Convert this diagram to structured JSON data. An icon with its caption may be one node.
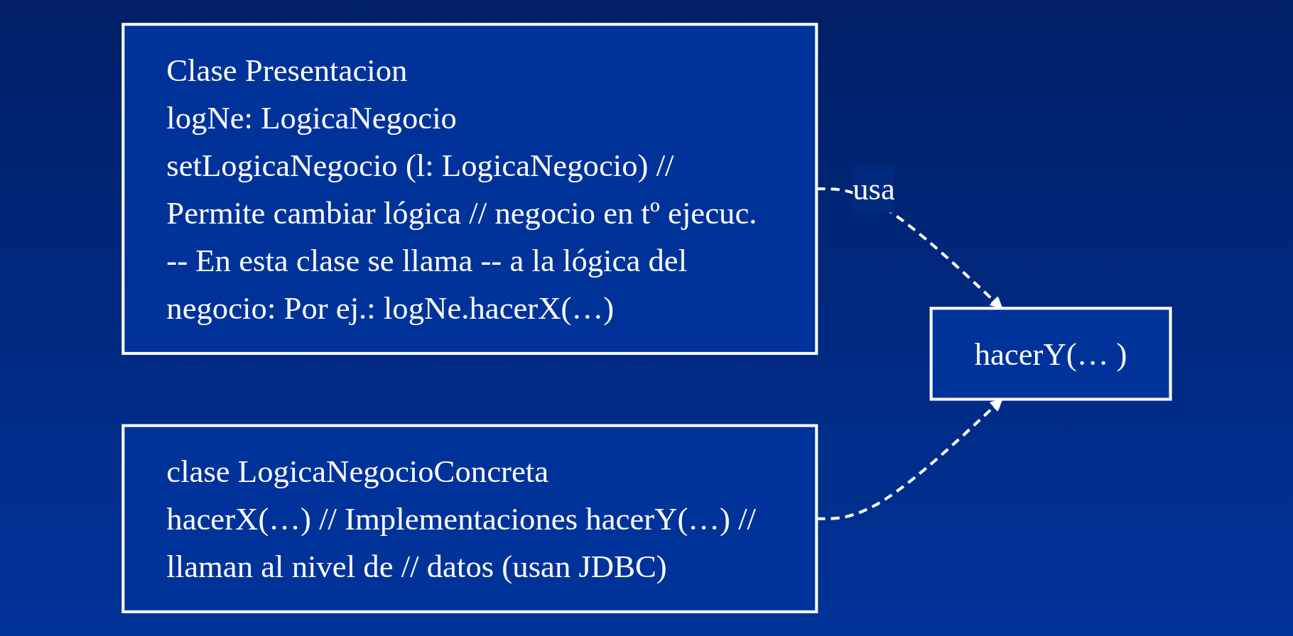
{
  "diagram": {
    "nodes": [
      {
        "text": [
          "Clase Presentacion",
          "logNe: LogicaNegocio",
          "setLogicaNegocio (l: LogicaNegocio) // Permite cambiar lógica // negocio en tº ejecuc.",
          "-- En esta clase se llama -- a la lógica del negocio: Por ej.: logNe.hacerX(…)"
        ]
      },
      {
        "text": [
          "hacerY(… )"
        ]
      },
      {
        "text": [
          "clase LogicaNegocioConcreta",
          "hacerX(…) // Implementaciones hacerY(…) // llaman al nivel de // datos (usan JDBC)"
        ]
      }
    ],
    "edges": [
      {
        "from": 0,
        "to": 1,
        "arrow": "to",
        "label": "usa",
        "style": "dashed"
      },
      {
        "from": 2,
        "to": 1,
        "arrow": "to",
        "style": "dashed"
      }
    ]
  }
}
